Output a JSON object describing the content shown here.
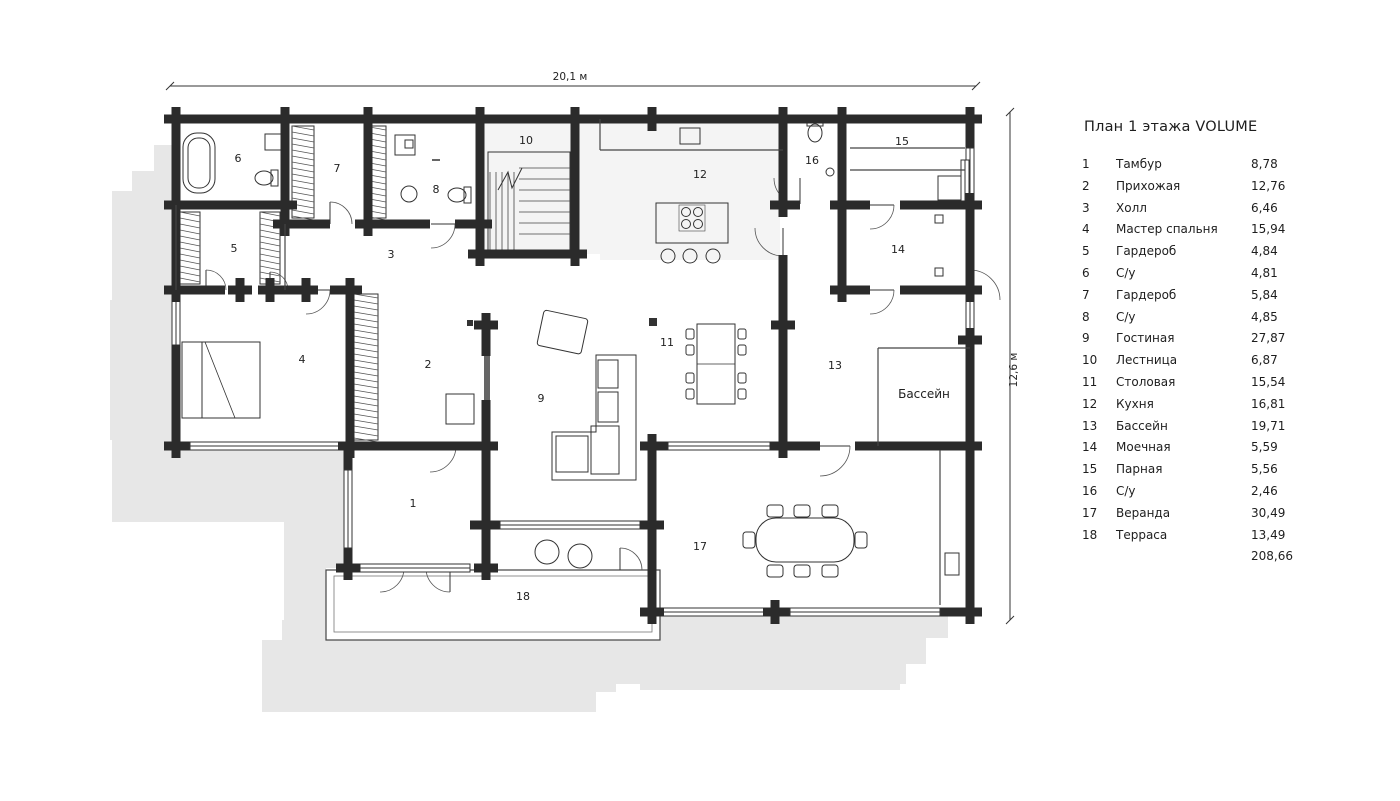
{
  "plan": {
    "width_label": "20,1 м",
    "height_label": "12,6 м",
    "pool_label": "Бассейн",
    "room_numbers": [
      "1",
      "2",
      "3",
      "4",
      "5",
      "6",
      "7",
      "8",
      "9",
      "10",
      "11",
      "12",
      "13",
      "14",
      "15",
      "16",
      "17",
      "18"
    ]
  },
  "legend": {
    "title": "План 1 этажа VOLUME",
    "rooms": [
      {
        "n": "1",
        "name": "Тамбур",
        "area": "8,78"
      },
      {
        "n": "2",
        "name": "Прихожая",
        "area": "12,76"
      },
      {
        "n": "3",
        "name": "Холл",
        "area": "6,46"
      },
      {
        "n": "4",
        "name": "Мастер спальня",
        "area": "15,94"
      },
      {
        "n": "5",
        "name": "Гардероб",
        "area": "4,84"
      },
      {
        "n": "6",
        "name": "С/у",
        "area": "4,81"
      },
      {
        "n": "7",
        "name": "Гардероб",
        "area": "5,84"
      },
      {
        "n": "8",
        "name": "С/у",
        "area": "4,85"
      },
      {
        "n": "9",
        "name": "Гостиная",
        "area": "27,87"
      },
      {
        "n": "10",
        "name": "Лестница",
        "area": "6,87"
      },
      {
        "n": "11",
        "name": "Столовая",
        "area": "15,54"
      },
      {
        "n": "12",
        "name": "Кухня",
        "area": "16,81"
      },
      {
        "n": "13",
        "name": "Бассейн",
        "area": "19,71"
      },
      {
        "n": "14",
        "name": "Моечная",
        "area": "5,59"
      },
      {
        "n": "15",
        "name": "Парная",
        "area": "5,56"
      },
      {
        "n": "16",
        "name": "С/у",
        "area": "2,46"
      },
      {
        "n": "17",
        "name": "Веранда",
        "area": "30,49"
      },
      {
        "n": "18",
        "name": "Терраса",
        "area": "13,49"
      }
    ],
    "total": "208,66"
  },
  "colors": {
    "wall": "#2b2b2b",
    "shadow": "#e7e7e7",
    "floor": "#f4f4f4",
    "line": "#333333"
  }
}
